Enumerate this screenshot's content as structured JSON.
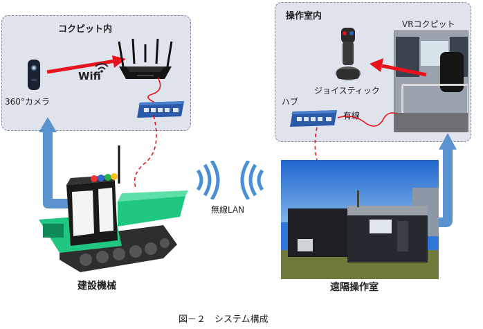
{
  "cockpit_panel": {
    "title": "コクピット内",
    "camera_label": "360°カメラ",
    "wifi_label": "Wifi"
  },
  "operation_panel": {
    "title": "操作室内",
    "vr_label": "VRコクピット",
    "joystick_label": "ジョイスティック",
    "hub_label": "ハブ",
    "wired_label": "有線"
  },
  "wireless_label": "無線LAN",
  "construction_machine_label": "建設機械",
  "remote_room_label": "遠隔操作室",
  "caption": "図－２　システム構成",
  "colors": {
    "panel_bg": "#dfe3ec",
    "blue_arrow": "#5b93cf",
    "red_arrow": "#e8121c",
    "machine_green": "#1fc780"
  }
}
